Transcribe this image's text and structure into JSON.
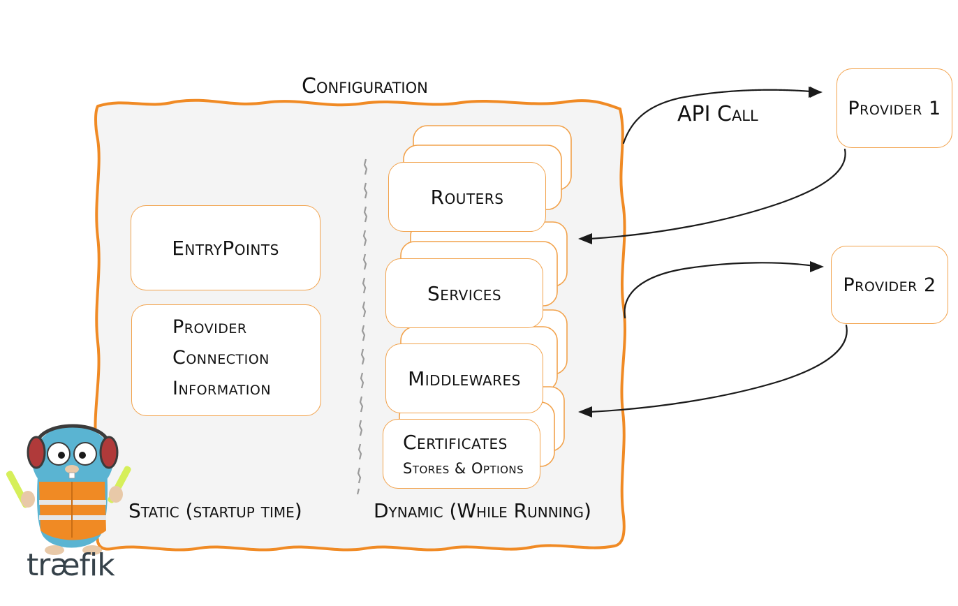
{
  "config_title": "Configuration",
  "api_call": "API Call",
  "static_label": "Static (startup time)",
  "dynamic_label": "Dynamic (While Running)",
  "static_boxes": {
    "entrypoints": "EntryPoints",
    "provider_conn": [
      "Provider",
      "Connection",
      "Information"
    ]
  },
  "dynamic_boxes": {
    "routers": "Routers",
    "services": "Services",
    "middlewares": "Middlewares",
    "certificates_title": "Certificates",
    "certificates_sub": "Stores & Options"
  },
  "providers": [
    "Provider 1",
    "Provider 2"
  ],
  "logo": {
    "text": "træfik"
  },
  "colors": {
    "orange": "#f08a24",
    "light_orange": "#f2a24b",
    "panel_bg": "#f4f4f4",
    "gopher_blue": "#5ab4d2",
    "vest_orange": "#f08a24",
    "text": "#111111"
  }
}
